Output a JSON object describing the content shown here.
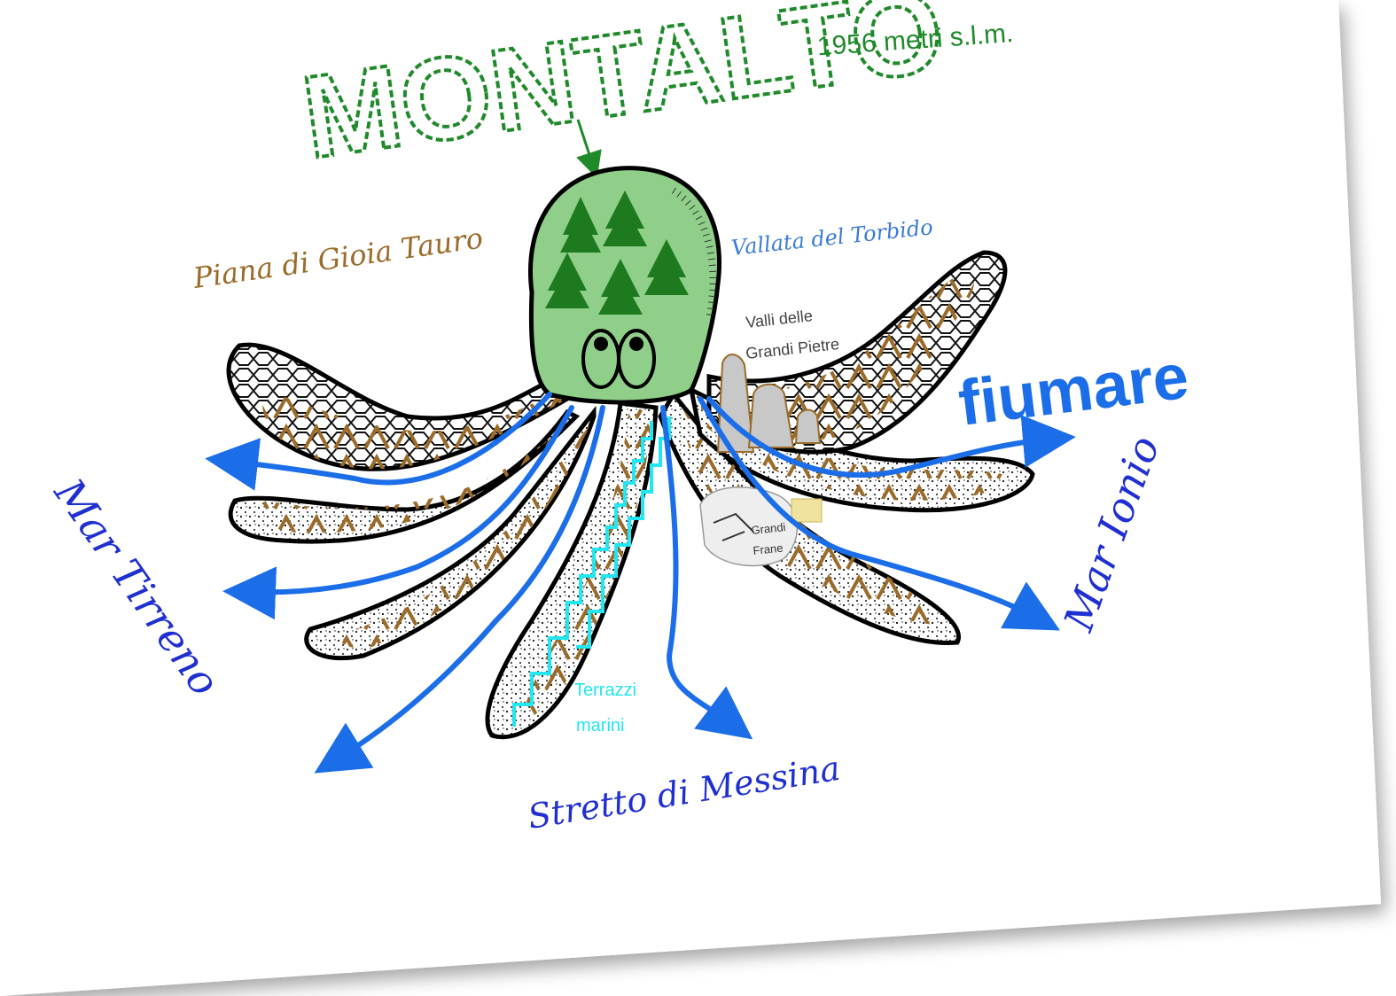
{
  "title": {
    "mountain_name": "MONTALTO",
    "altitude": "1956 metri s.l.m."
  },
  "labels": {
    "piana": "Piana di Gioia Tauro",
    "vallata": "Vallata del Torbido",
    "valli_line1": "Valli delle",
    "valli_line2": "Grandi Pietre",
    "fiumare": "fiumare",
    "mar_tirreno": "Mar Tirreno",
    "mar_ionio": "Mar Ionio",
    "stretto": "Stretto di Messina",
    "terrazzi_line1": "Terrazzi",
    "terrazzi_line2": "marini",
    "grandi_frane_line1": "Grandi",
    "grandi_frane_line2": "Frane"
  },
  "colors": {
    "title_green": "#1f8a2a",
    "head_green": "#8fcf8a",
    "tree_green": "#1e7a1e",
    "river_blue": "#1b6ee8",
    "sea_blue": "#1f2fd0",
    "brown": "#9a6b2a",
    "cyan": "#22e6f0",
    "grey_stone": "#c8c8c8"
  }
}
